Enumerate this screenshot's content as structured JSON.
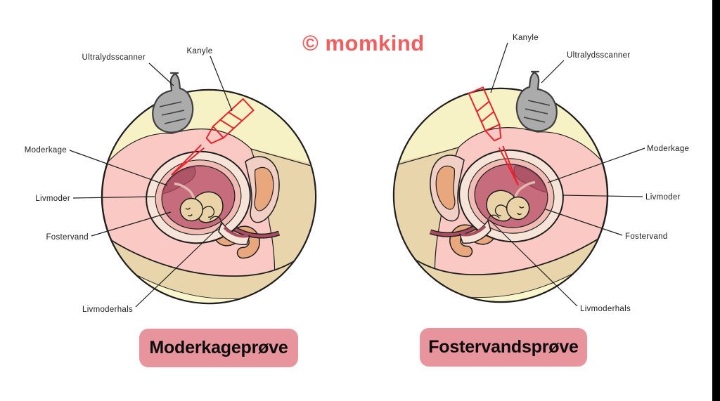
{
  "brand": {
    "logo": "© momkind"
  },
  "diagram_left": {
    "badge": "Moderkageprøve",
    "labels": {
      "ultralydsscanner": "Ultralydsscanner",
      "kanyle": "Kanyle",
      "moderkage": "Moderkage",
      "livmoder": "Livmoder",
      "fostervand": "Fostervand",
      "livmoderhals": "Livmoderhals"
    }
  },
  "diagram_right": {
    "badge": "Fostervandsprøve",
    "labels": {
      "ultralydsscanner": "Ultralydsscanner",
      "kanyle": "Kanyle",
      "moderkage": "Moderkage",
      "livmoder": "Livmoder",
      "fostervand": "Fostervand",
      "livmoderhals": "Livmoderhals"
    }
  },
  "colors": {
    "brand_coral": "#F15E5E",
    "needle_red": "#E8232E",
    "badge_pink": "#E8949C",
    "skin_yellow": "#F7F2C5",
    "flesh_pink": "#FAC9C3",
    "tissue_tan": "#E9D5AC",
    "uterus_lining": "#F5E4D7",
    "uterus_wall_pink": "#F1BCB4",
    "amniotic_rose": "#C76C7C",
    "placenta_dark": "#AE5568",
    "fetus_beige": "#EBD3A8",
    "intestine_salmon": "#E9A77E",
    "scanner_gray": "#ABABAB"
  }
}
